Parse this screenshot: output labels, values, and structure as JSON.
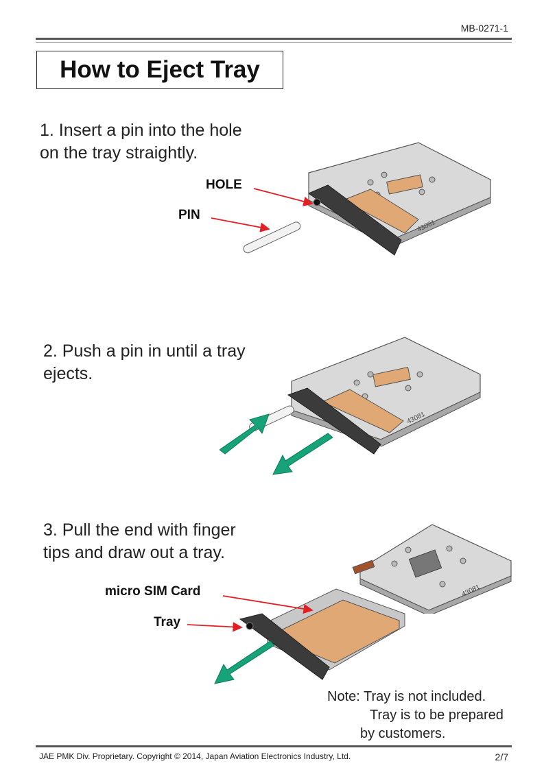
{
  "header": {
    "doc_id": "MB-0271-1"
  },
  "title": "How to Eject Tray",
  "steps": [
    {
      "line1": "1. Insert a pin into the hole",
      "line2": "on the tray straightly."
    },
    {
      "line1": "2. Push a pin in until a tray",
      "line2": "ejects."
    },
    {
      "line1": "3. Pull the end with finger",
      "line2": "tips and draw out a tray."
    }
  ],
  "callouts": {
    "hole": "HOLE",
    "pin": "PIN",
    "sim": "micro SIM Card",
    "tray": "Tray"
  },
  "note": {
    "line1": "Note: Tray is not included.",
    "line2": "Tray is to be prepared",
    "line3": "by customers."
  },
  "footer": {
    "left": "JAE PMK Div. Proprietary. Copyright ©  2014, Japan Aviation Electronics Industry, Ltd.",
    "page": "2/7"
  },
  "colors": {
    "arrow": "#e31e24",
    "motion": "#16a37a",
    "sim": "#e0a875",
    "tray": "#3b3b3b",
    "metal": "#d9d9d9"
  }
}
